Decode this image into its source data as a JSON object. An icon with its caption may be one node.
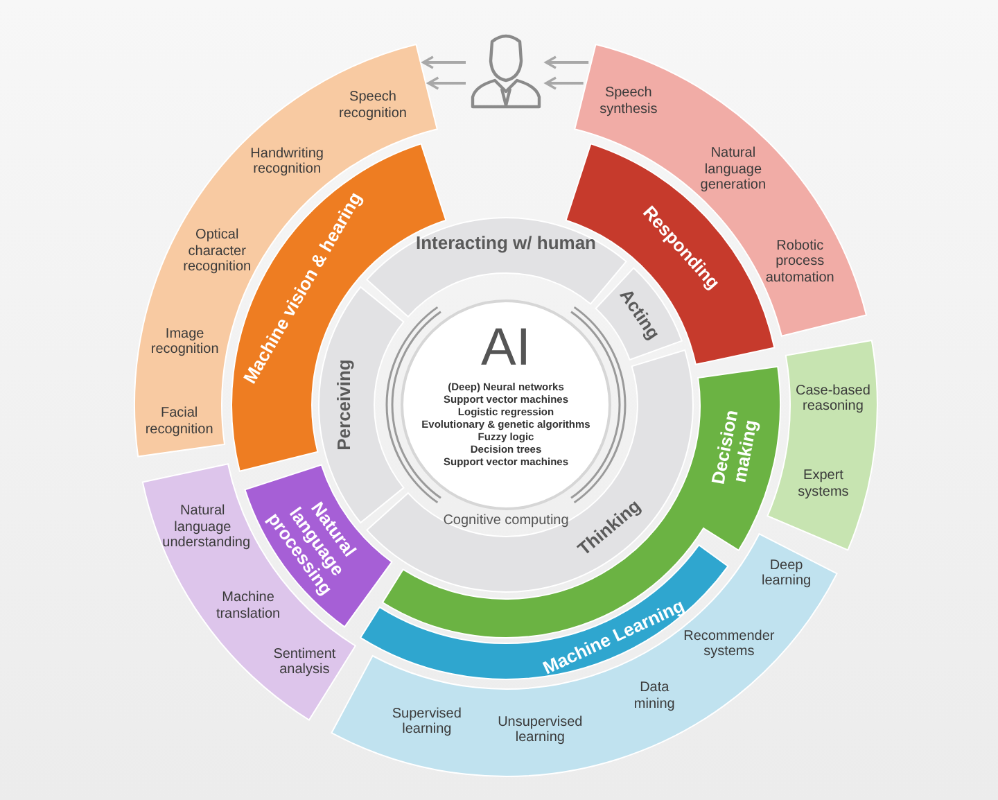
{
  "diagram": {
    "nodes": [
      {
        "text": [],
        "shape": "person"
      },
      {
        "text": [
          "AI",
          "(Deep) Neural networks",
          "Support vector machines",
          "Logistic regression",
          "Evolutionary & genetic algorithms",
          "Fuzzy logic",
          "Decision trees",
          "Support vector machines"
        ]
      },
      {
        "text": [
          "Interacting w/ human"
        ]
      },
      {
        "text": [
          "Acting"
        ]
      },
      {
        "text": [
          "Thinking"
        ]
      },
      {
        "text": [
          "Perceiving"
        ]
      },
      {
        "text": [
          "Machine vision & hearing"
        ]
      },
      {
        "text": [
          "Responding"
        ]
      },
      {
        "text": [
          "Decision making"
        ]
      },
      {
        "text": [
          "Machine Learning"
        ]
      },
      {
        "text": [
          "Natural language processing"
        ]
      },
      {
        "text": [
          "Speech recognition",
          "Handwriting recognition",
          "Optical character recognition",
          "Image recognition",
          "Facial recognition"
        ]
      },
      {
        "text": [
          "Speech synthesis",
          "Natural language generation",
          "Robotic process automation"
        ]
      },
      {
        "text": [
          "Case-based reasoning",
          "Expert systems"
        ]
      },
      {
        "text": [
          "Deep learning",
          "Recommender systems",
          "Data mining",
          "Unsupervised learning",
          "Supervised learning"
        ]
      },
      {
        "text": [
          "Natural language understanding",
          "Machine translation",
          "Sentiment analysis"
        ]
      }
    ],
    "edges": [
      {
        "from": 0,
        "to": 11,
        "arrow": "to"
      },
      {
        "from": 0,
        "to": 11,
        "arrow": "to"
      },
      {
        "from": 12,
        "to": 0,
        "arrow": "to"
      },
      {
        "from": 12,
        "to": 0,
        "arrow": "to"
      }
    ],
    "labels": [
      "Cognitive computing"
    ]
  }
}
